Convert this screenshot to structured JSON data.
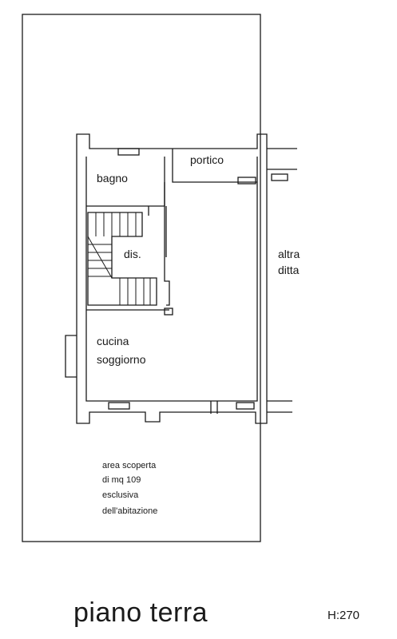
{
  "plan": {
    "title": "piano terra",
    "scale": "H:270",
    "rooms": {
      "bagno": "bagno",
      "portico": "portico",
      "dis": "dis.",
      "cucina": "cucina",
      "soggiorno": "soggiorno",
      "altra": "altra",
      "ditta": "ditta"
    },
    "area_note": {
      "line1": "area scoperta",
      "line2": "di mq 109",
      "line3": "esclusiva",
      "line4": "dell'abitazione"
    },
    "line_color": "#1a1a1a"
  }
}
